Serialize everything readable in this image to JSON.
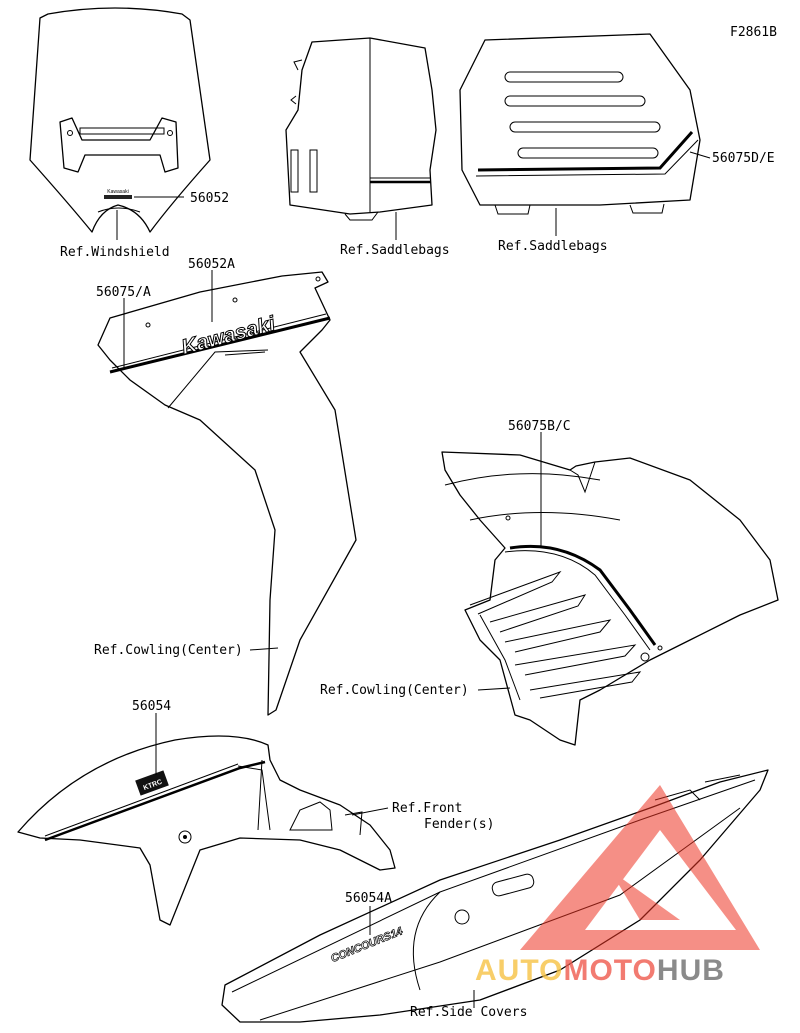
{
  "figure_id": "F2861B",
  "callouts": {
    "windshield_part": "56052",
    "windshield_ref": "Ref.Windshield",
    "saddlebag_left_ref": "Ref.Saddlebags",
    "saddlebag_right_part": "56075D/E",
    "saddlebag_right_ref": "Ref.Saddlebags",
    "cowl_left_stripe": "56075/A",
    "cowl_left_logo": "56052A",
    "cowl_left_ref": "Ref.Cowling(Center)",
    "cowl_right_stripe": "56075B/C",
    "cowl_right_ref": "Ref.Cowling(Center)",
    "fender_part": "56054",
    "fender_ref_line1": "Ref.Front",
    "fender_ref_line2": "Fender(s)",
    "side_cover_part": "56054A",
    "side_cover_ref": "Ref.Side Covers"
  },
  "decals": {
    "windshield_mini": "Kawasaki",
    "cowl_logo": "Kawasaki",
    "side_cover_logo": "CONCOURS14",
    "fender_logo": "KTRC"
  },
  "watermark": {
    "word_auto": "AUTO",
    "word_moto": "MOTO",
    "word_hub": "HUB",
    "color_auto": "#f6c244",
    "color_moto": "#ef5a4e",
    "color_hub": "#6d6d6d",
    "triangle_color": "#ee3524"
  }
}
